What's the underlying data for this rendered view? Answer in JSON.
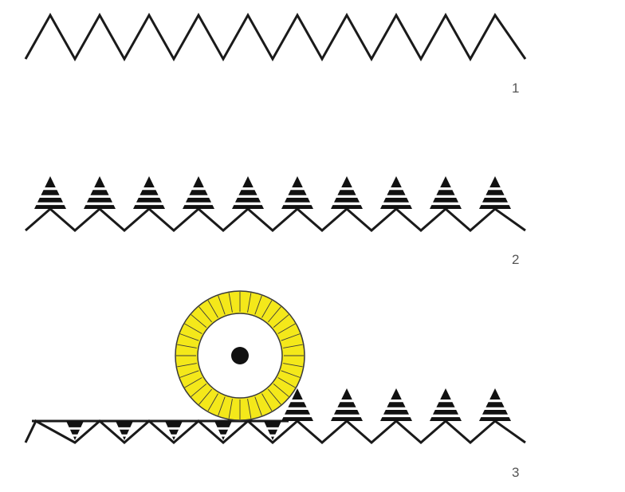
{
  "steps": [
    {
      "label": "1",
      "description_visible": ""
    },
    {
      "label": "2",
      "description_visible": ""
    },
    {
      "label": "3",
      "description_visible": ""
    }
  ],
  "colors": {
    "stroke": "#1a1a1a",
    "fill": "#111111",
    "wheel_yellow": "#f4e81a",
    "wheel_outline": "#3a3a3a",
    "label": "#555555"
  },
  "icons": {
    "row1": "zigzag-line",
    "row2": "zigzag-with-stacked-triangles",
    "row3": "zigzag-with-wheel-flattening-triangles",
    "wheel": "grinding-wheel-icon"
  },
  "wheel": {
    "segment_count": 36
  }
}
